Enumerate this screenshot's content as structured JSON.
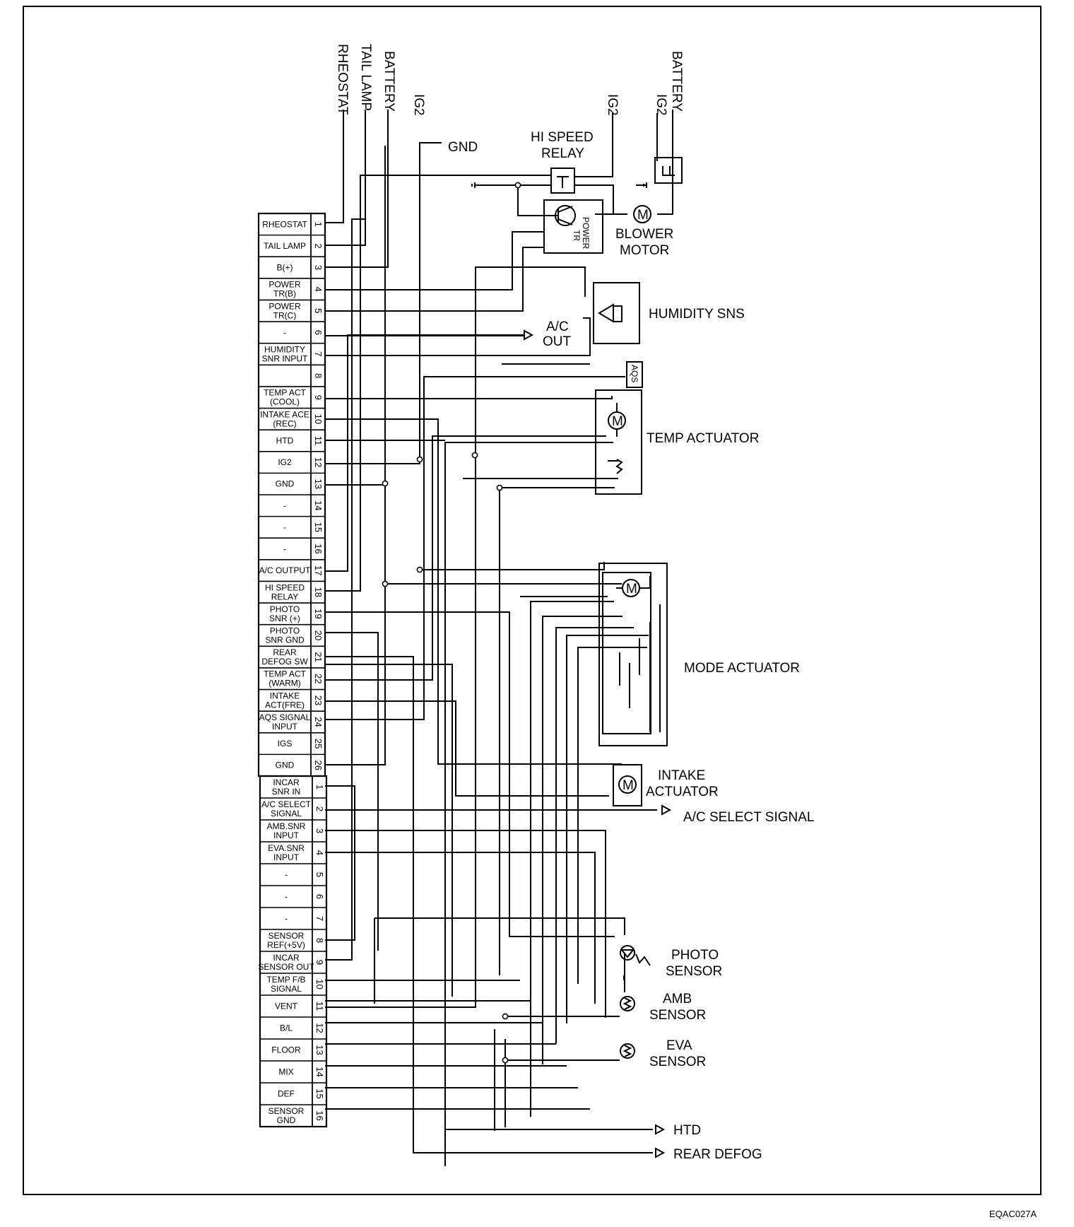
{
  "figure_code": "EQAC027A",
  "top_labels": {
    "rheostat": "RHEOSTAT",
    "tail_lamp": "TAIL LAMP",
    "battery_left": "BATTERY",
    "ig2_left": "IG2",
    "ig2_mid": "IG2",
    "ig2_right": "IG2",
    "battery_right": "BATTERY"
  },
  "gnd_label": "GND",
  "components": {
    "hi_speed_relay": [
      "HI SPEED",
      "RELAY"
    ],
    "power_tr": [
      "POWER",
      "TR"
    ],
    "blower_motor": [
      "BLOWER",
      "MOTOR"
    ],
    "humidity_sns": "HUMIDITY SNS",
    "ac_out": [
      "A/C",
      "OUT"
    ],
    "aqs": "AQS",
    "temp_actuator": "TEMP ACTUATOR",
    "mode_actuator": "MODE ACTUATOR",
    "intake_actuator": [
      "INTAKE",
      "ACTUATOR"
    ],
    "ac_select_signal": "A/C SELECT SIGNAL",
    "photo_sensor": [
      "PHOTO",
      "SENSOR"
    ],
    "amb_sensor": [
      "AMB",
      "SENSOR"
    ],
    "eva_sensor": [
      "EVA",
      "SENSOR"
    ],
    "htd": "HTD",
    "rear_defog": "REAR DEFOG",
    "motor_symbol": "M"
  },
  "connector_a": [
    {
      "pin": "1",
      "label": [
        "RHEOSTAT"
      ]
    },
    {
      "pin": "2",
      "label": [
        "TAIL LAMP"
      ]
    },
    {
      "pin": "3",
      "label": [
        "B(+)"
      ]
    },
    {
      "pin": "4",
      "label": [
        "POWER",
        "TR(B)"
      ]
    },
    {
      "pin": "5",
      "label": [
        "POWER",
        "TR(C)"
      ]
    },
    {
      "pin": "6",
      "label": [
        "-"
      ]
    },
    {
      "pin": "7",
      "label": [
        "HUMIDITY",
        "SNR INPUT"
      ]
    },
    {
      "pin": "8",
      "label": [
        ""
      ]
    },
    {
      "pin": "9",
      "label": [
        "TEMP ACT",
        "(COOL)"
      ]
    },
    {
      "pin": "10",
      "label": [
        "INTAKE ACE",
        "(REC)"
      ]
    },
    {
      "pin": "11",
      "label": [
        "HTD"
      ]
    },
    {
      "pin": "12",
      "label": [
        "IG2"
      ]
    },
    {
      "pin": "13",
      "label": [
        "GND"
      ]
    },
    {
      "pin": "14",
      "label": [
        "-"
      ]
    },
    {
      "pin": "15",
      "label": [
        "-"
      ]
    },
    {
      "pin": "16",
      "label": [
        "-"
      ]
    },
    {
      "pin": "17",
      "label": [
        "A/C OUTPUT"
      ]
    },
    {
      "pin": "18",
      "label": [
        "HI SPEED",
        "RELAY"
      ]
    },
    {
      "pin": "19",
      "label": [
        "PHOTO",
        "SNR (+)"
      ]
    },
    {
      "pin": "20",
      "label": [
        "PHOTO",
        "SNR GND"
      ]
    },
    {
      "pin": "21",
      "label": [
        "REAR",
        "DEFOG SW"
      ]
    },
    {
      "pin": "22",
      "label": [
        "TEMP ACT",
        "(WARM)"
      ]
    },
    {
      "pin": "23",
      "label": [
        "INTAKE",
        "ACT(FRE)"
      ]
    },
    {
      "pin": "24",
      "label": [
        "AQS SIGNAL",
        "INPUT"
      ]
    },
    {
      "pin": "25",
      "label": [
        "IGS"
      ]
    },
    {
      "pin": "26",
      "label": [
        "GND"
      ]
    }
  ],
  "connector_b": [
    {
      "pin": "1",
      "label": [
        "INCAR",
        "SNR IN"
      ]
    },
    {
      "pin": "2",
      "label": [
        "A/C SELECT",
        "SIGNAL"
      ]
    },
    {
      "pin": "3",
      "label": [
        "AMB.SNR",
        "INPUT"
      ]
    },
    {
      "pin": "4",
      "label": [
        "EVA.SNR",
        "INPUT"
      ]
    },
    {
      "pin": "5",
      "label": [
        "-"
      ]
    },
    {
      "pin": "6",
      "label": [
        "-"
      ]
    },
    {
      "pin": "7",
      "label": [
        "-"
      ]
    },
    {
      "pin": "8",
      "label": [
        "SENSOR",
        "REF(+5V)"
      ]
    },
    {
      "pin": "9",
      "label": [
        "INCAR",
        "SENSOR OUT"
      ]
    },
    {
      "pin": "10",
      "label": [
        "TEMP F/B",
        "SIGNAL"
      ]
    },
    {
      "pin": "11",
      "label": [
        "VENT"
      ]
    },
    {
      "pin": "12",
      "label": [
        "B/L"
      ]
    },
    {
      "pin": "13",
      "label": [
        "FLOOR"
      ]
    },
    {
      "pin": "14",
      "label": [
        "MIX"
      ]
    },
    {
      "pin": "15",
      "label": [
        "DEF"
      ]
    },
    {
      "pin": "16",
      "label": [
        "SENSOR",
        "GND"
      ]
    }
  ]
}
